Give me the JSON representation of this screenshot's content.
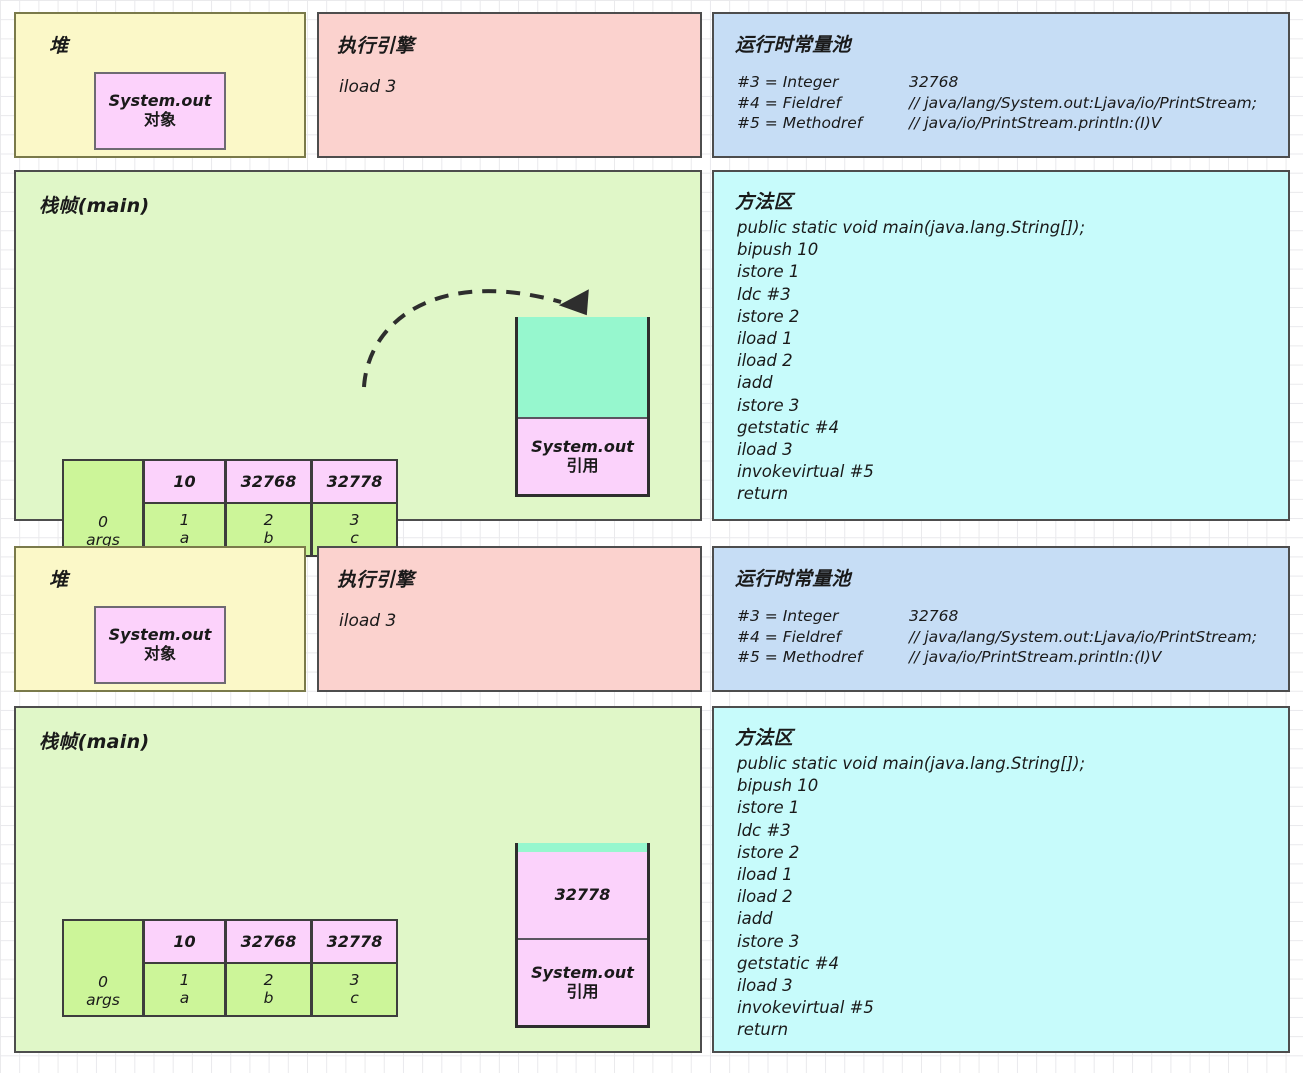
{
  "panels": {
    "heap": {
      "title": "堆",
      "object": {
        "line1": "System.out",
        "line2": "对象"
      }
    },
    "engine": {
      "title": "执行引擎",
      "instruction": "iload 3"
    },
    "constant_pool": {
      "title": "运行时常量池",
      "entries": [
        {
          "key": "#3 = Integer",
          "value": "32768"
        },
        {
          "key": "#4 = Fieldref",
          "value": "// java/lang/System.out:Ljava/io/PrintStream;"
        },
        {
          "key": "#5 = Methodref",
          "value": "// java/io/PrintStream.println:(I)V"
        }
      ]
    },
    "method_area": {
      "title": "方法区",
      "code": "public static void main(java.lang.String[]);\nbipush 10\nistore 1\nldc #3\nistore 2\niload 1\niload 2\niadd\nistore 3\ngetstatic #4\niload 3\ninvokevirtual #5\nreturn"
    },
    "frame": {
      "title": "栈帧(main)",
      "local_variable_table": [
        {
          "value": "",
          "index": "0",
          "name": "args"
        },
        {
          "value": "10",
          "index": "1",
          "name": "a"
        },
        {
          "value": "32768",
          "index": "2",
          "name": "b"
        },
        {
          "value": "32778",
          "index": "3",
          "name": "c"
        }
      ],
      "operand_stack_before": [
        {
          "line1": "System.out",
          "line2": "引用"
        }
      ],
      "operand_stack_after": [
        {
          "line1": "32778",
          "line2": ""
        },
        {
          "line1": "System.out",
          "line2": "引用"
        }
      ]
    }
  },
  "colors": {
    "heap_bg": "#fbf8c8",
    "engine_bg": "#fbd2ce",
    "constant_pool_bg": "#c6ddf5",
    "method_area_bg": "#c7fbfb",
    "frame_bg": "#e0f7c8",
    "value_cell": "#fbd2fb",
    "index_cell": "#ccf599",
    "stack_free": "#96f7ce"
  }
}
